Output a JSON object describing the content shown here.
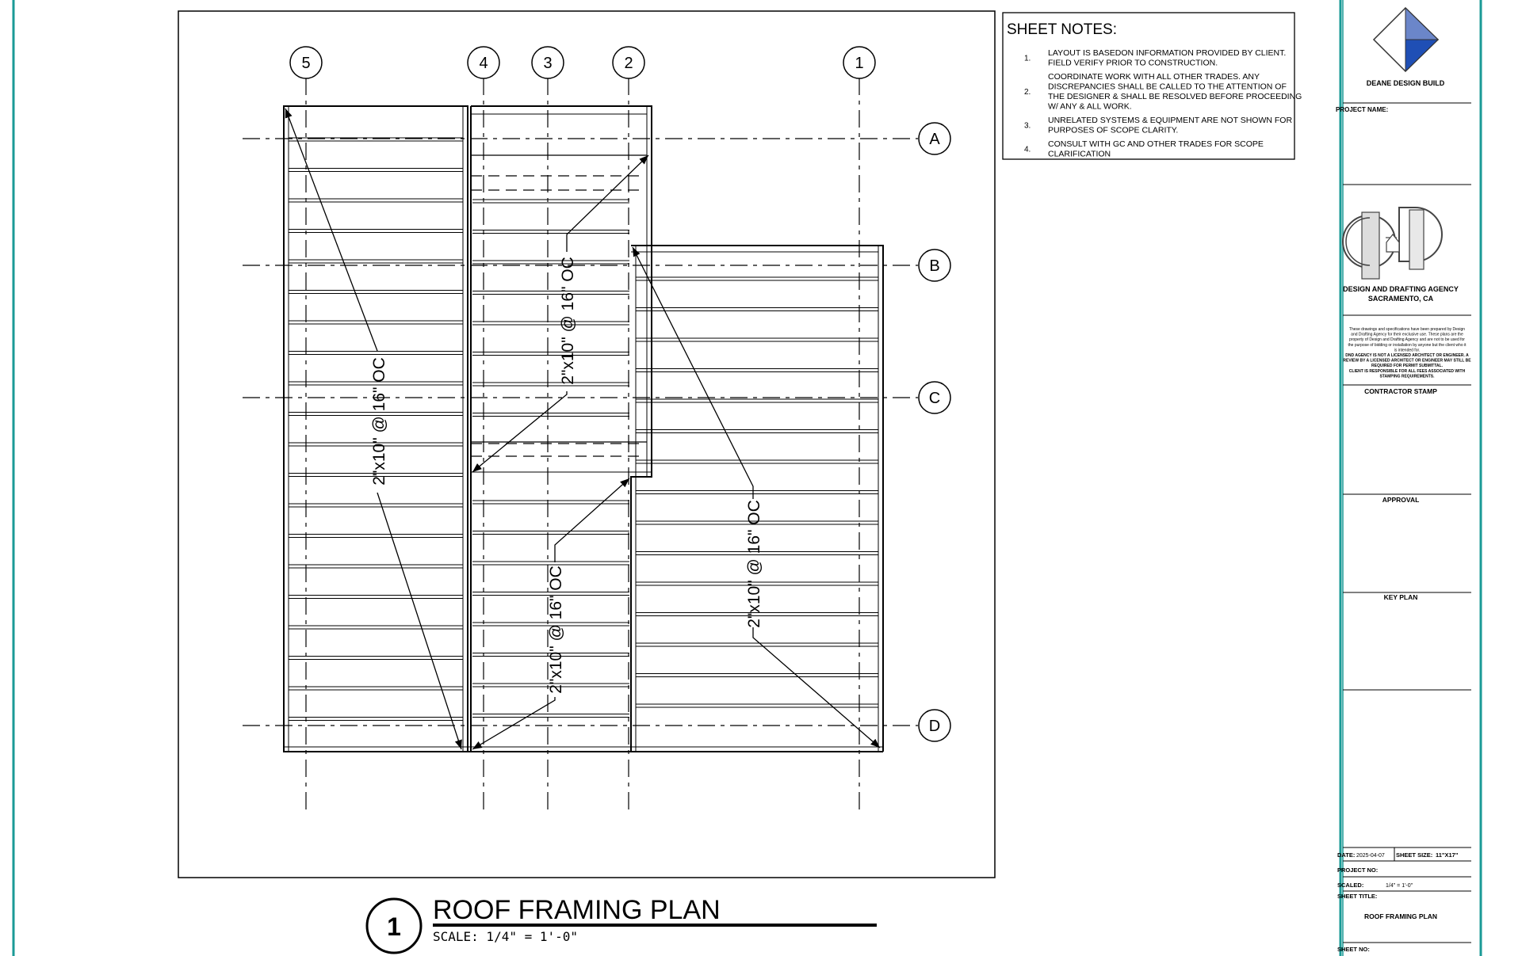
{
  "grid": {
    "columns": [
      "5",
      "4",
      "3",
      "2",
      "1"
    ],
    "rows": [
      "A",
      "B",
      "C",
      "D"
    ]
  },
  "annotations": {
    "joist_spec_1": "2\"x10\" @ 16\" OC",
    "joist_spec_2": "2\"x10\" @ 16\" OC",
    "joist_spec_3": "2\"x10\" @ 16\" OC",
    "joist_spec_4": "2\"x10\" @ 16\" OC"
  },
  "view_title": {
    "number": "1",
    "title": "ROOF FRAMING PLAN",
    "scale": "SCALE: 1/4\" = 1'-0\""
  },
  "sheet_notes": {
    "heading": "SHEET NOTES:",
    "items": [
      {
        "num": "1.",
        "lines": [
          "LAYOUT IS BASEDON INFORMATION PROVIDED BY CLIENT.",
          "FIELD VERIFY PRIOR TO CONSTRUCTION."
        ]
      },
      {
        "num": "2.",
        "lines": [
          "COORDINATE WORK WITH ALL OTHER TRADES. ANY",
          "DISCREPANCIES SHALL BE CALLED TO THE ATTENTION OF",
          "THE DESIGNER & SHALL BE RESOLVED BEFORE PROCEEDING",
          "W/ ANY & ALL WORK."
        ]
      },
      {
        "num": "3.",
        "lines": [
          "UNRELATED SYSTEMS & EQUIPMENT ARE NOT SHOWN FOR",
          "PURPOSES OF SCOPE CLARITY."
        ]
      },
      {
        "num": "4.",
        "lines": [
          "CONSULT WITH GC AND OTHER TRADES FOR SCOPE",
          "CLARIFICATION"
        ]
      }
    ]
  },
  "title_block": {
    "company": "DEANE DESIGN BUILD",
    "project_name_label": "PROJECT NAME:",
    "agency_line1": "DESIGN AND DRAFTING AGENCY",
    "agency_line2": "SACRAMENTO, CA",
    "disclaimer": [
      "These drawings and specifications have been prepared by Design",
      "and Drafting Agency for their exclusive use. These plans are the",
      "property of Design and Drafting Agency and are not to be used for",
      "the purpose of bidding or installation by anyone but the client who it",
      "is intended for.",
      "DND AGENCY IS NOT A LICENSED ARCHITECT OR ENGINEER. A",
      "REVIEW BY A LICENSED ARCHITECT OR ENGINEER MAY STILL BE",
      "REQUIRED FOR PERMIT SUBMITTAL.",
      "CLIENT IS RESPONSIBLE FOR ALL FEES ASSOCIATED WITH",
      "STAMPING REQUIREMENTS."
    ],
    "contractor_stamp": "CONTRACTOR STAMP",
    "approval": "APPROVAL",
    "key_plan": "KEY PLAN",
    "date_label": "DATE:",
    "date_value": "2025-04-07",
    "sheet_size_label": "SHEET SIZE:",
    "sheet_size_value": "11\"X17\"",
    "project_no_label": "PROJECT NO:",
    "scaled_label": "SCALED:",
    "scaled_value": "1/4\" = 1'-0\"",
    "sheet_title_label": "SHEET TITLE:",
    "sheet_title_value": "ROOF FRAMING PLAN",
    "sheet_no_label": "SHEET NO:"
  }
}
